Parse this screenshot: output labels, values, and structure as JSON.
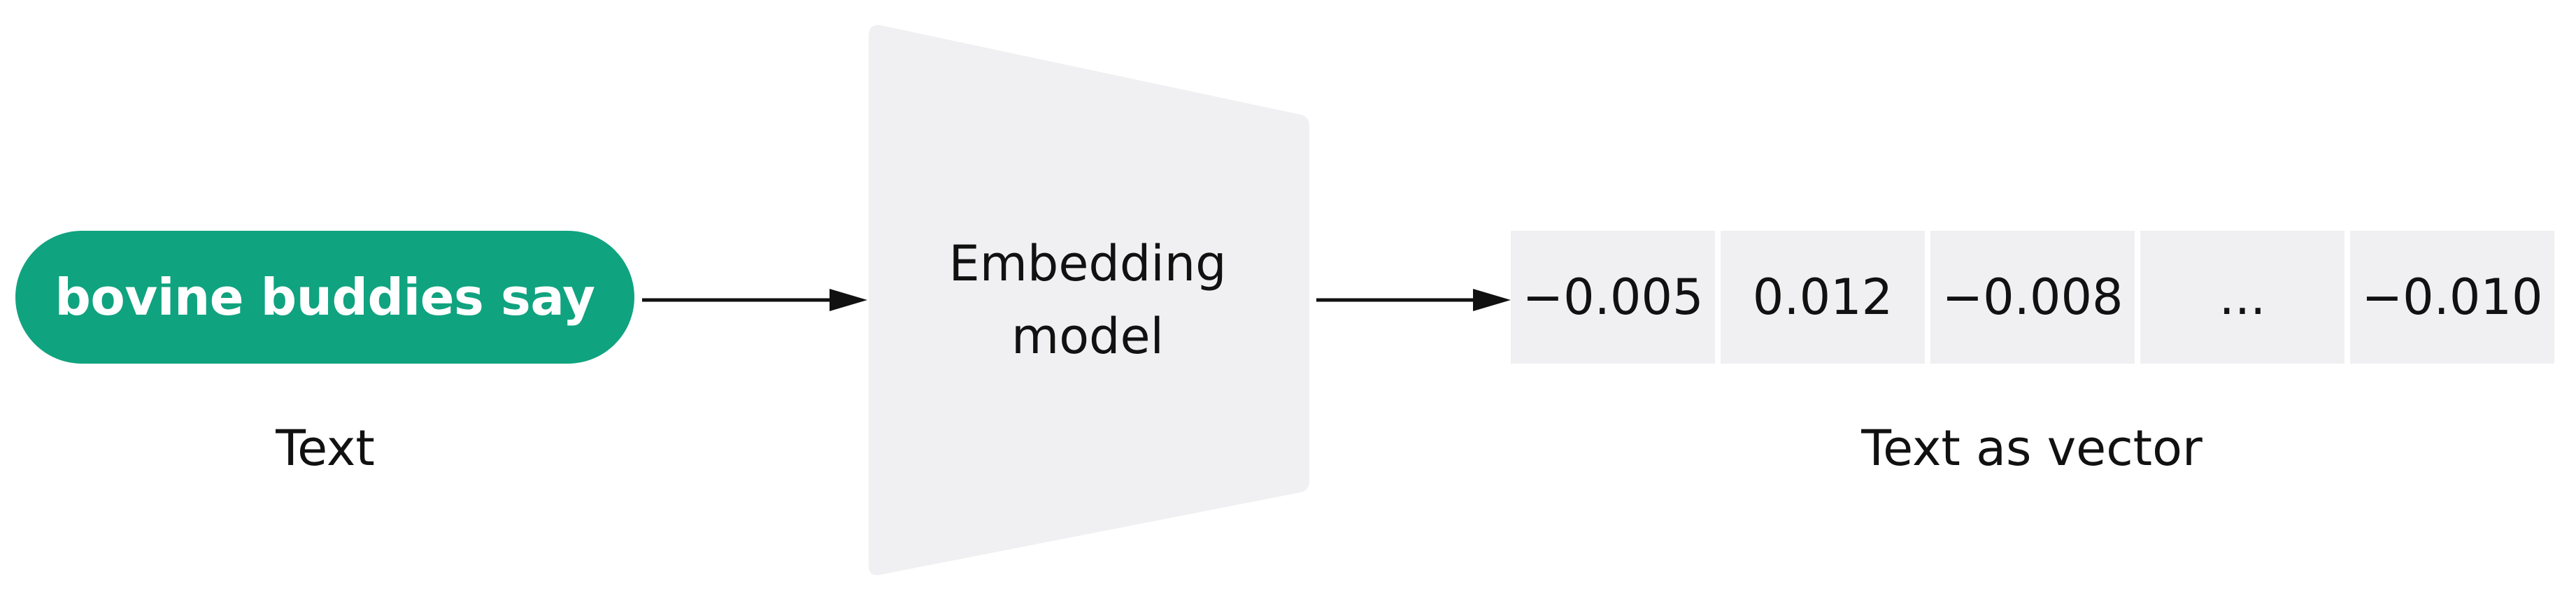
{
  "colors": {
    "pill": "#10a37f",
    "model": "#f0f0f2",
    "cell": "#f0f0f2",
    "arrow": "#111111"
  },
  "input": {
    "text": "bovine buddies say",
    "caption": "Text"
  },
  "model": {
    "line1": "Embedding",
    "line2": "model"
  },
  "output": {
    "cells": [
      "−0.005",
      "0.012",
      "−0.008",
      "...",
      "−0.010"
    ],
    "caption": "Text as vector"
  }
}
